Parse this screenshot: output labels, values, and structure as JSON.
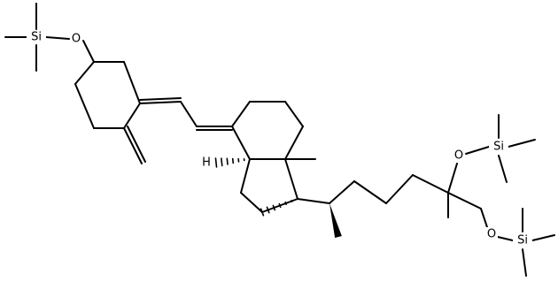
{
  "labels": {
    "si_1": "Si",
    "o_1": "O",
    "o_2": "O",
    "si_2": "Si",
    "o_3": "O",
    "si_3": "Si",
    "stereo_h": "H"
  },
  "colors": {
    "ink": "#000000",
    "background": "#ffffff"
  }
}
